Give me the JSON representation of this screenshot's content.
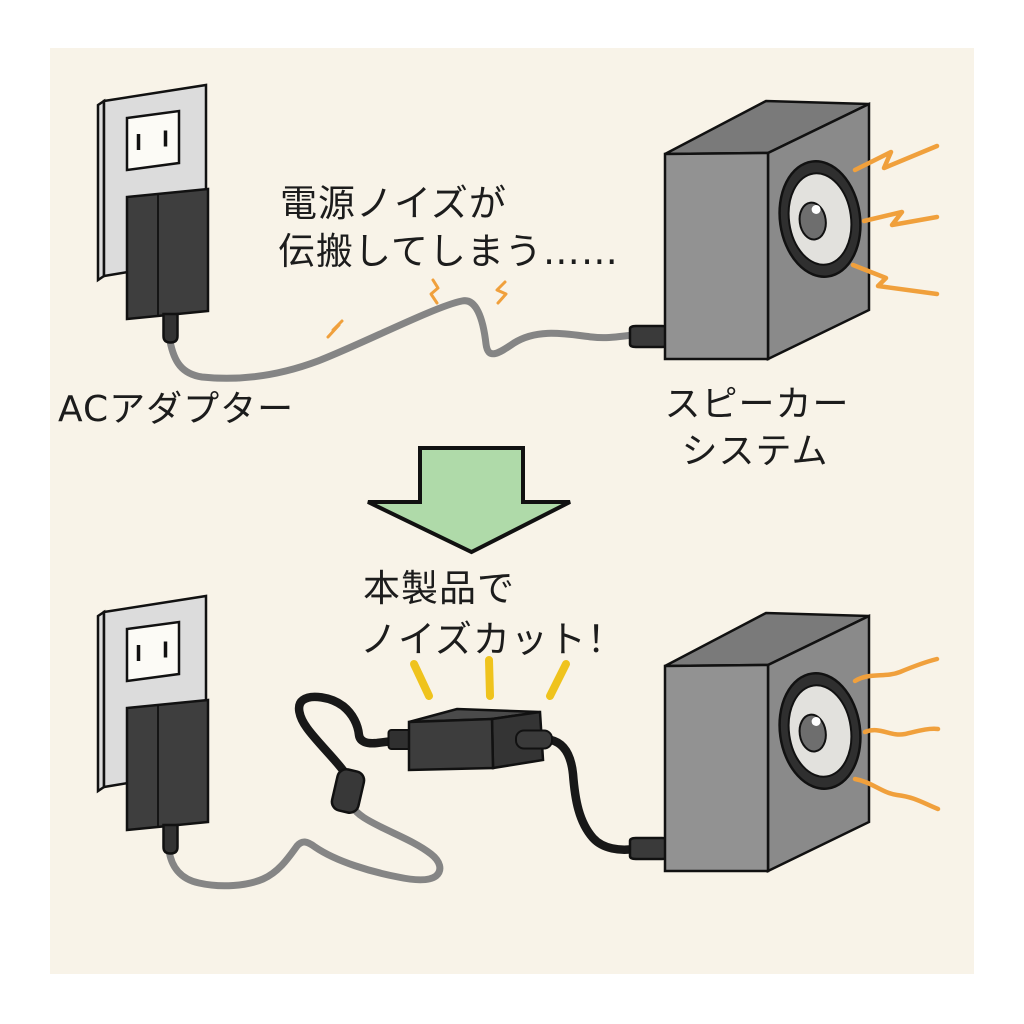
{
  "colors": {
    "background": "#ffffff",
    "canvas_cream": "#f8f3e8",
    "noise_orange": "#f0a03c",
    "highlight_yellow": "#efc31d",
    "arrow_green": "#afdaa9",
    "text_black": "#1c1c1c",
    "cable_gray": "#858585",
    "cable_black": "#181818",
    "wall_plate": "#dcdcdc",
    "outlet_white": "#fcfbf6",
    "adapter_body": "#3e3e3e",
    "speaker_front": "#929292",
    "speaker_side": "#8a8a8a",
    "speaker_top": "#7a7a7a",
    "driver_ring": "#2f2f2f",
    "driver_cone": "#e2e1dd",
    "driver_dome": "#6e6e6e",
    "device_front": "#3d3d3d",
    "device_top": "#4a4a4a",
    "device_side": "#343434"
  },
  "before": {
    "caption_lines": [
      "電源ノイズが",
      "伝搬してしまう……"
    ],
    "adapter_label": "ACアダプター",
    "speaker_label_lines": [
      "スピーカー",
      "システム"
    ]
  },
  "after": {
    "caption_lines": [
      "本製品で",
      "ノイズカット！"
    ]
  }
}
